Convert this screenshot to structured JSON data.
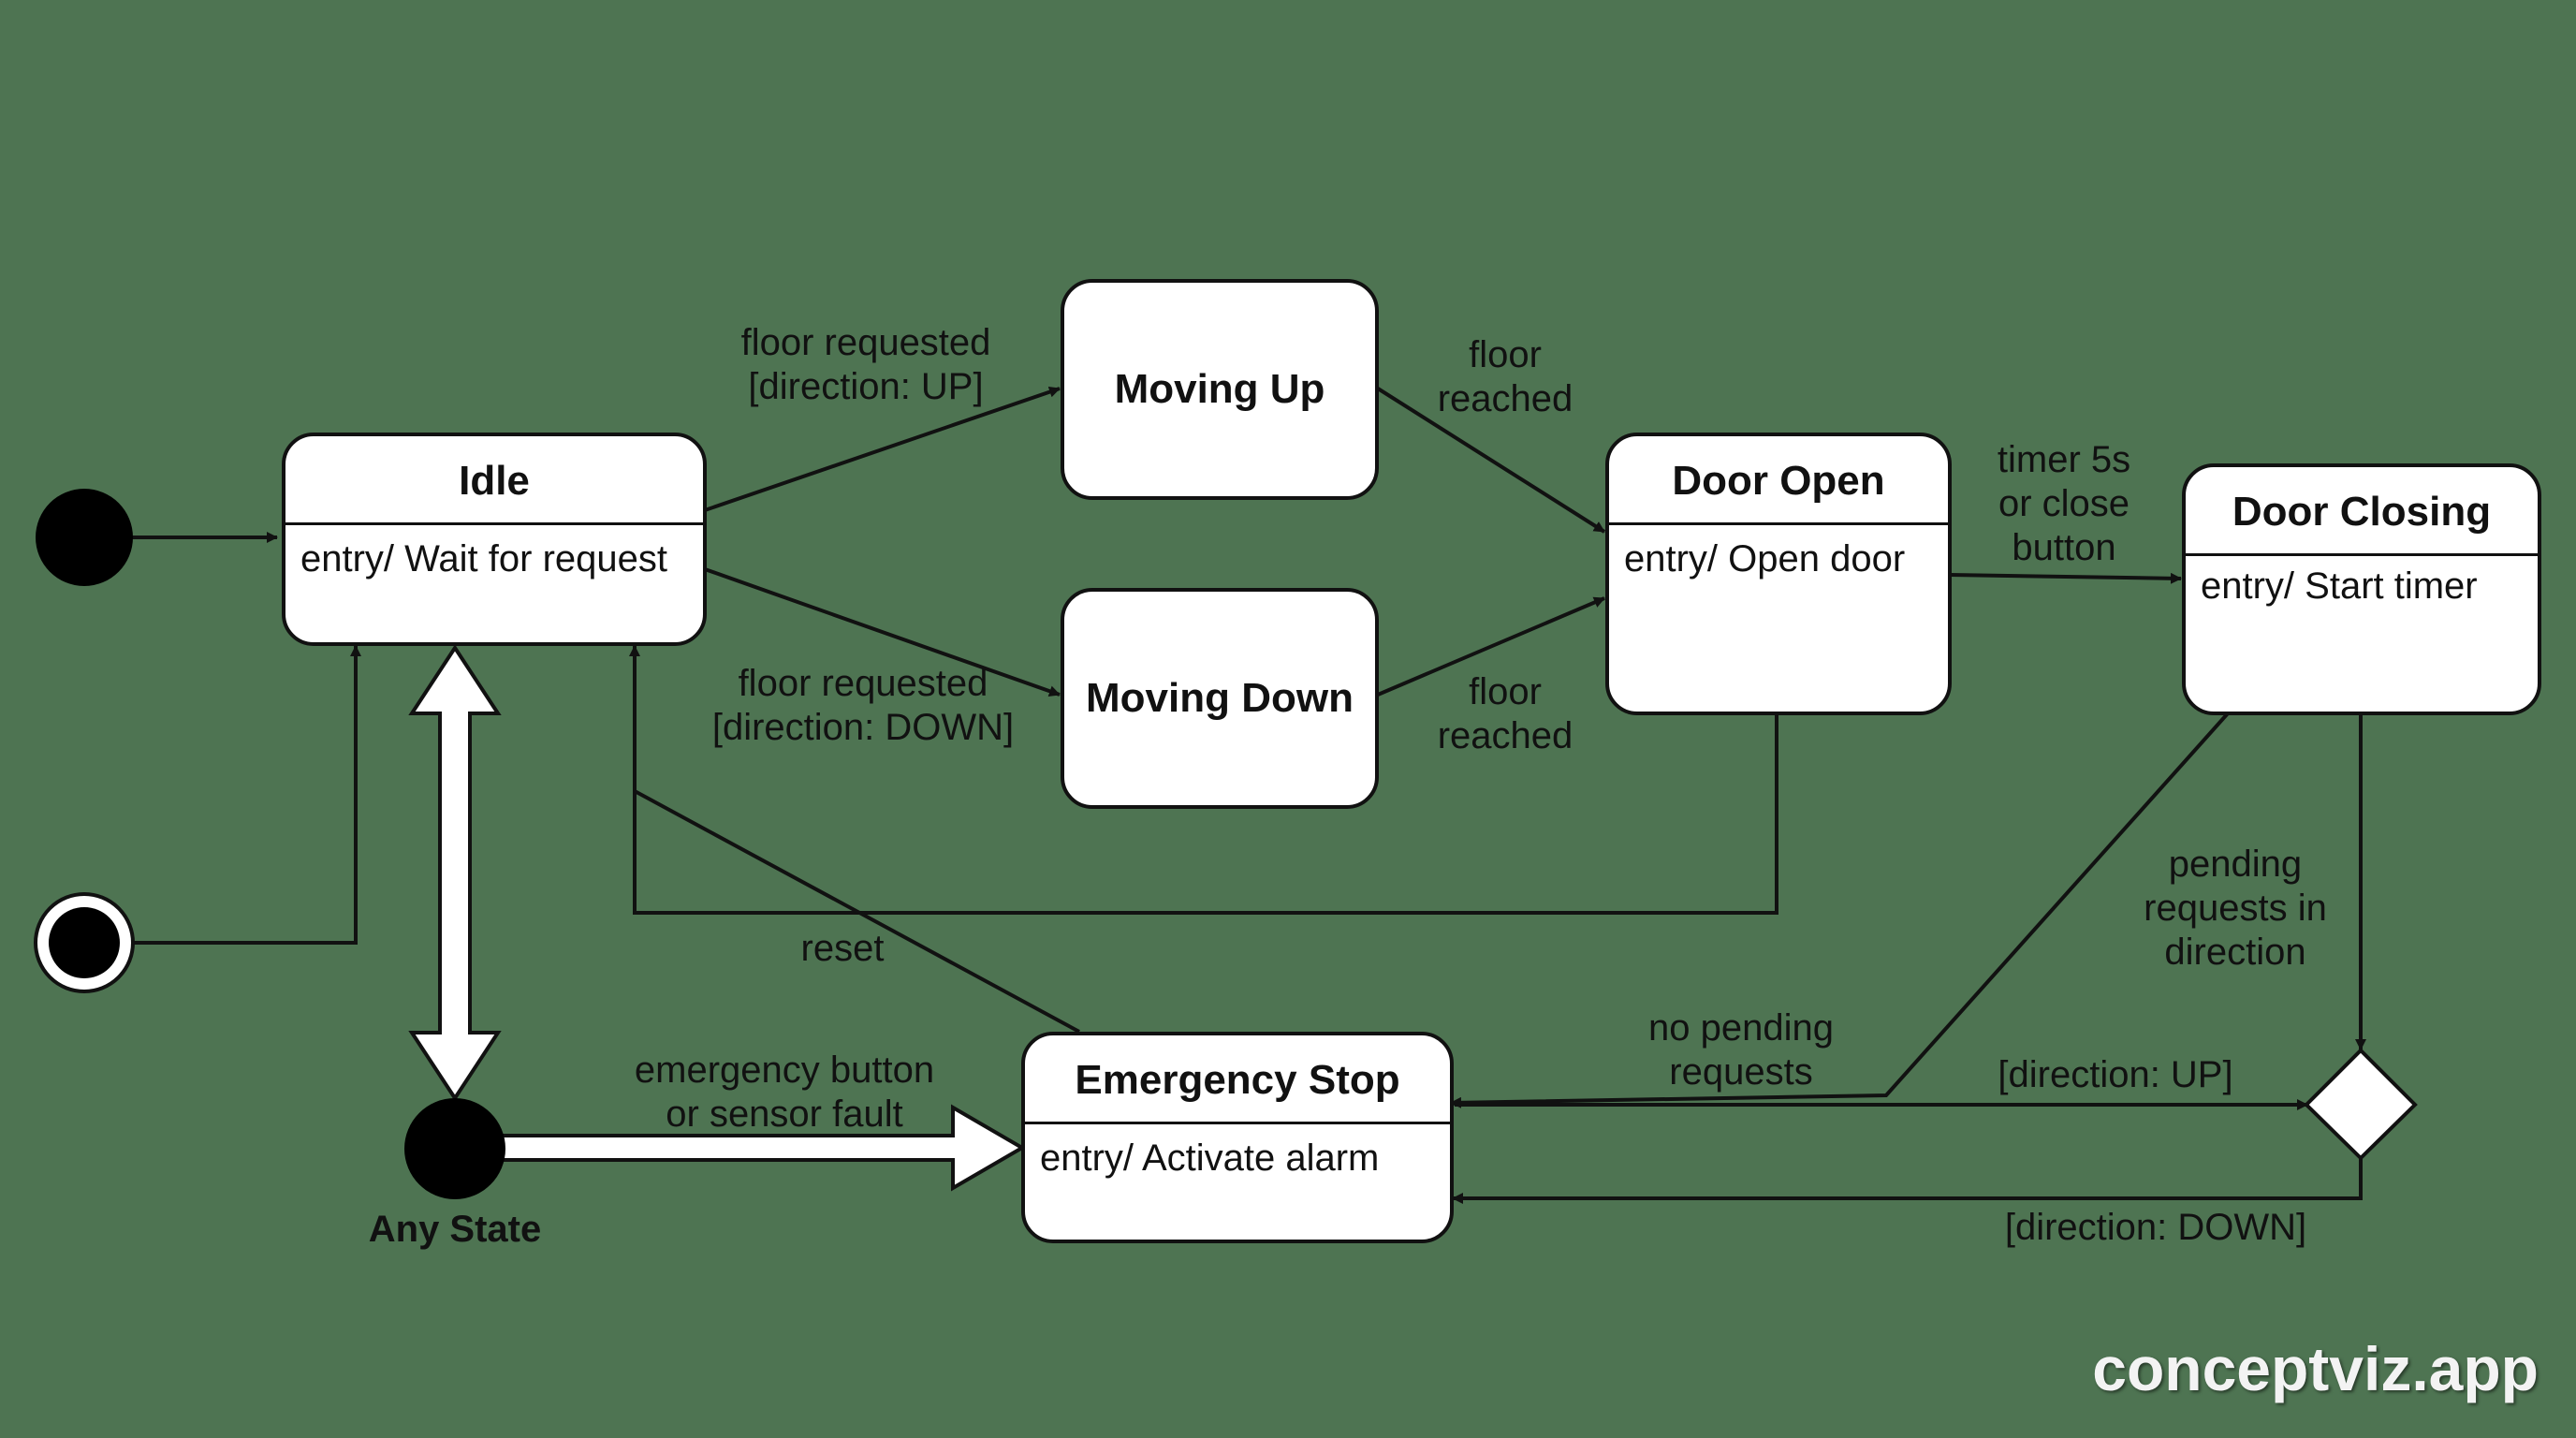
{
  "states": {
    "idle": {
      "name": "Idle",
      "entry": "entry/ Wait for request"
    },
    "moving_up": {
      "name": "Moving Up"
    },
    "moving_down": {
      "name": "Moving Down"
    },
    "door_open": {
      "name": "Door Open",
      "entry": "entry/ Open door"
    },
    "door_closing": {
      "name": "Door Closing",
      "entry": "entry/ Start timer"
    },
    "emergency_stop": {
      "name": "Emergency Stop",
      "entry": "entry/ Activate alarm"
    }
  },
  "pseudo": {
    "any_state": "Any State"
  },
  "transitions": {
    "idle_to_up": "floor requested\n[direction: UP]",
    "idle_to_down": "floor requested\n[direction: DOWN]",
    "up_to_open": "floor\nreached",
    "down_to_open": "floor\nreached",
    "open_to_closing": "timer 5s\nor close\nbutton",
    "pending": "pending\nrequests in\ndirection",
    "no_pending": "no pending\nrequests",
    "dir_up": "[direction: UP]",
    "dir_down": "[direction: DOWN]",
    "reset": "reset",
    "emergency": "emergency button\nor sensor fault"
  },
  "watermark": "conceptviz.app"
}
